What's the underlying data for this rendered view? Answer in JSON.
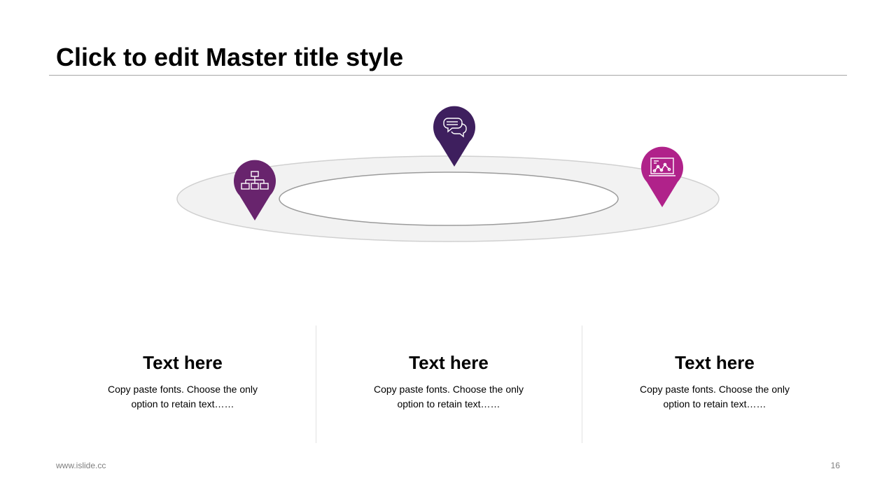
{
  "slide": {
    "title": "Click to edit Master title style"
  },
  "pins": [
    {
      "icon": "org-chart-icon",
      "color": "#68246d"
    },
    {
      "icon": "chat-bubbles-icon",
      "color": "#3e1f5e"
    },
    {
      "icon": "chart-screen-icon",
      "color": "#b0228a"
    }
  ],
  "columns": [
    {
      "heading": "Text here",
      "body": "Copy paste fonts. Choose the only option to retain text……"
    },
    {
      "heading": "Text here",
      "body": "Copy paste fonts. Choose the only option to retain text……"
    },
    {
      "heading": "Text here",
      "body": "Copy paste fonts. Choose the only option to retain text……"
    }
  ],
  "footer": {
    "url": "www.islide.cc",
    "page_number": "16"
  }
}
